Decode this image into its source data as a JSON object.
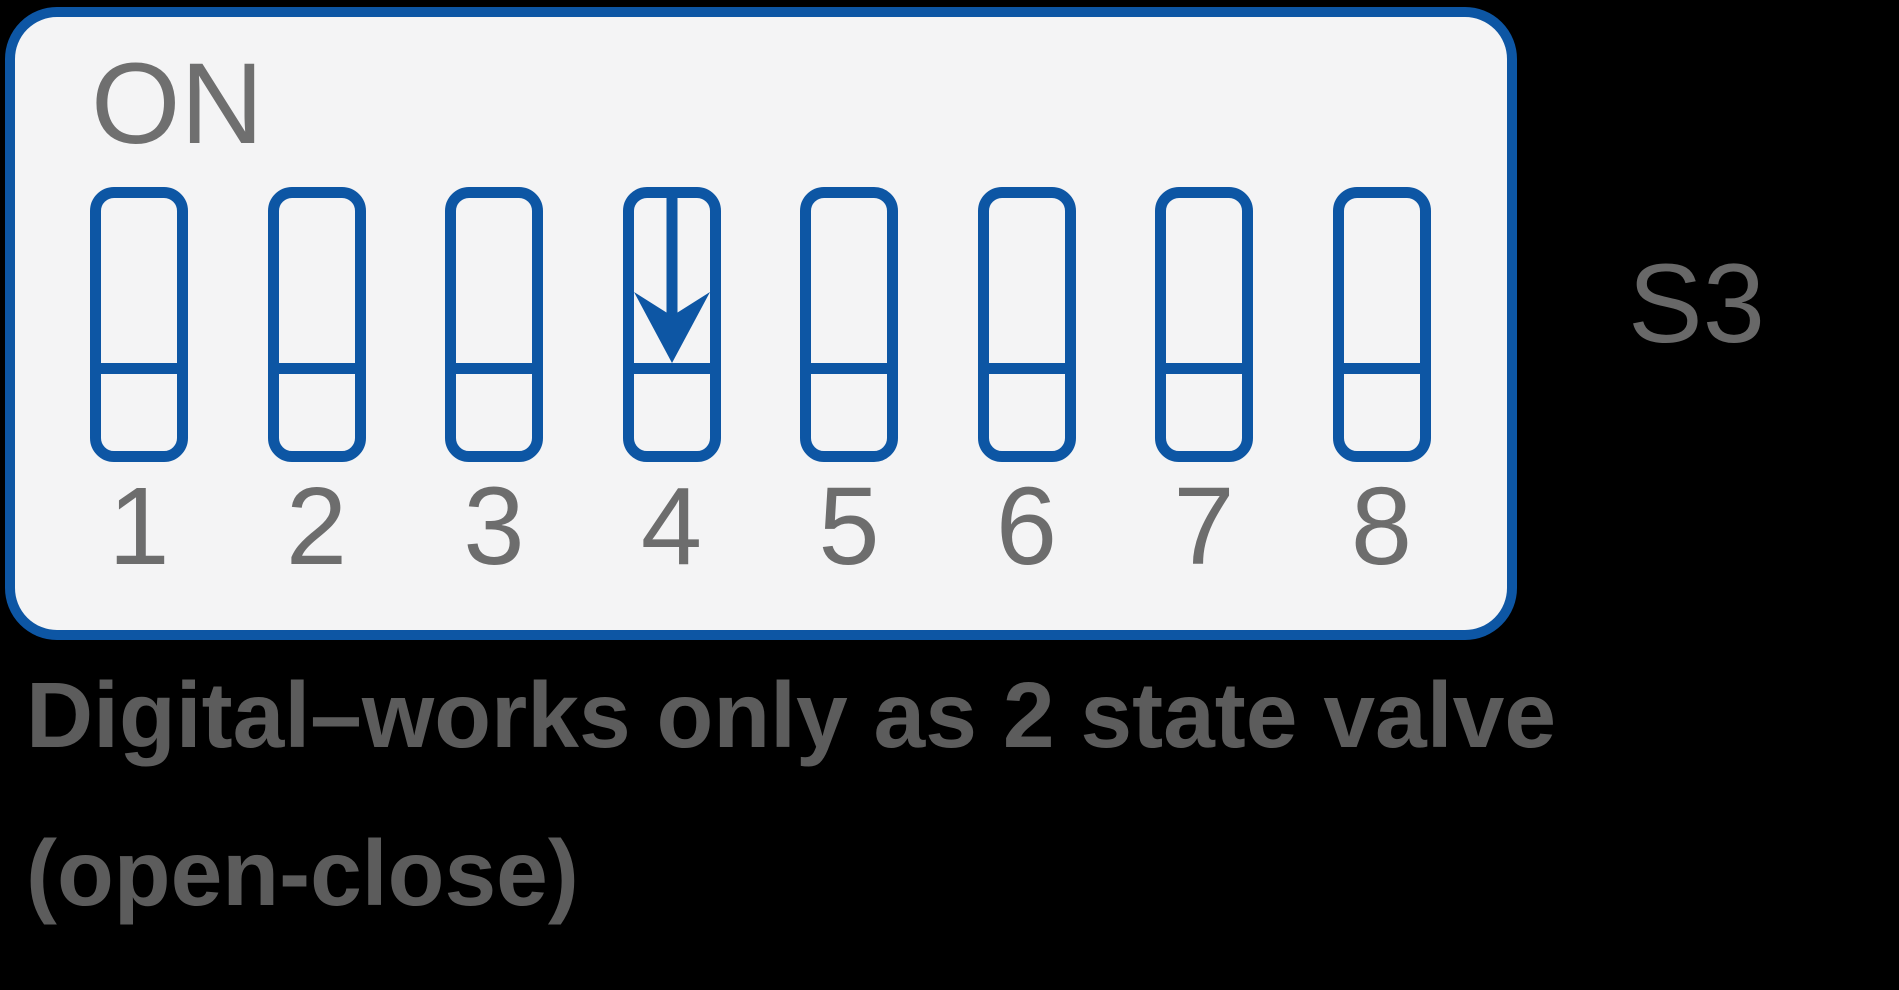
{
  "panel": {
    "on_label": "ON",
    "switch_numbers": [
      "1",
      "2",
      "3",
      "4",
      "5",
      "6",
      "7",
      "8"
    ],
    "arrow_switch_index": 4,
    "arrow_direction": "down"
  },
  "side_label": "S3",
  "caption": {
    "line1": "Digital–works only as 2 state valve",
    "line2": "(open-close)"
  },
  "colors": {
    "switch_blue": "#0d56a4",
    "panel_bg": "#f4f4f5",
    "page_bg": "#000000",
    "label_gray": "#6f6f6f",
    "number_gray": "#6d6d6d",
    "side_label_gray": "#686868",
    "caption_gray": "#5c5c5c"
  }
}
